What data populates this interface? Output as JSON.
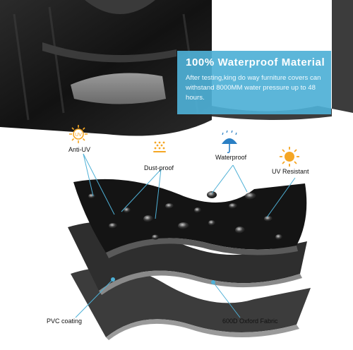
{
  "banner": {
    "title": "100% Waterproof Material",
    "body": "After testing,king do way furniture covers can withstand 8000MM water pressure up to 48 hours."
  },
  "features": [
    {
      "label": "Anti-UV",
      "icon": "uv-sun-icon"
    },
    {
      "label": "Dust-proof",
      "icon": "dust-dots-icon"
    },
    {
      "label": "Waterproof",
      "icon": "umbrella-rain-icon"
    },
    {
      "label": "UV Resistant",
      "icon": "sun-icon"
    }
  ],
  "layers": [
    {
      "label": "PVC coating"
    },
    {
      "label": "600D Oxford Fabric"
    }
  ],
  "colors": {
    "accent": "#4eb0d6",
    "icon_orange": "#f5a623",
    "icon_blue": "#2a7fc4",
    "fabric_dark": "#141414",
    "fabric_mid": "#3c3c3c",
    "coating_grey": "#9a9a9a"
  }
}
